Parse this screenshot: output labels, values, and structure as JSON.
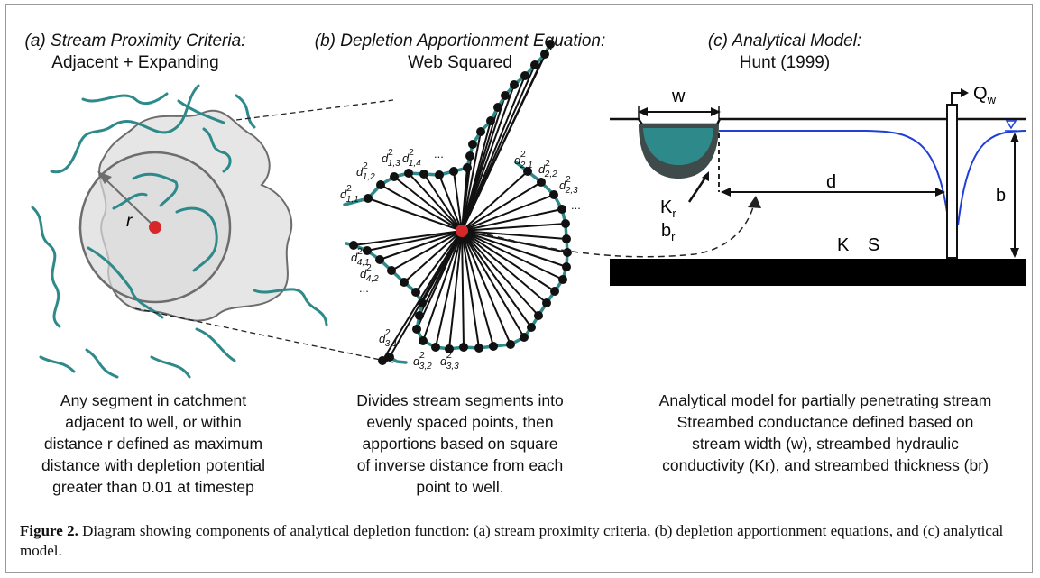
{
  "panels": {
    "a": {
      "title": "(a) Stream Proximity Criteria:",
      "subtitle": "Adjacent + Expanding",
      "radius_label": "r",
      "description": [
        "Any segment in catchment",
        "adjacent to well, or within",
        "distance r defined as maximum",
        "distance with depletion potential",
        "greater than 0.01 at timestep"
      ]
    },
    "b": {
      "title": "(b) Depletion Apportionment Equation:",
      "subtitle": "Web Squared",
      "description": [
        "Divides stream segments into",
        "evenly spaced points, then",
        "apportions based on square",
        "of inverse distance from each",
        "point to well."
      ]
    },
    "c": {
      "title": "(c) Analytical Model:",
      "subtitle": "Hunt (1999)",
      "labels": {
        "w": "w",
        "Qw": "Q",
        "Qw_sub": "w",
        "Kr": "K",
        "Kr_sub": "r",
        "br": "b",
        "br_sub": "r",
        "d": "d",
        "b": "b",
        "K": "K",
        "S": "S"
      },
      "description": [
        "Analytical model for partially penetrating stream",
        "Streambed conductance defined based on",
        "stream width (w), streambed hydraulic",
        "conductivity (Kr), and streambed thickness (br)"
      ]
    }
  },
  "distance_labels": [
    {
      "sub": "1,1"
    },
    {
      "sub": "1,2"
    },
    {
      "sub": "1,3"
    },
    {
      "sub": "1,4"
    },
    {
      "text": "..."
    },
    {
      "sub": "2,1"
    },
    {
      "sub": "2,2"
    },
    {
      "sub": "2,3"
    },
    {
      "text": "..."
    },
    {
      "sub": "4,1"
    },
    {
      "sub": "4,2"
    },
    {
      "text": "..."
    },
    {
      "sub": "3,1"
    },
    {
      "sub": "3,2"
    },
    {
      "sub": "3,3"
    }
  ],
  "caption": {
    "label": "Figure 2.",
    "text": "Diagram showing components of analytical depletion function: (a) stream proximity criteria, (b) depletion apportionment equations, and (c) analytical model."
  },
  "colors": {
    "stream": "#2e8a8a",
    "well": "#d62828",
    "water_table": "#1f3fd6",
    "aquifer_base": "#000000",
    "streambed": "#3f4a4a",
    "catchment": "#e6e6e6"
  }
}
